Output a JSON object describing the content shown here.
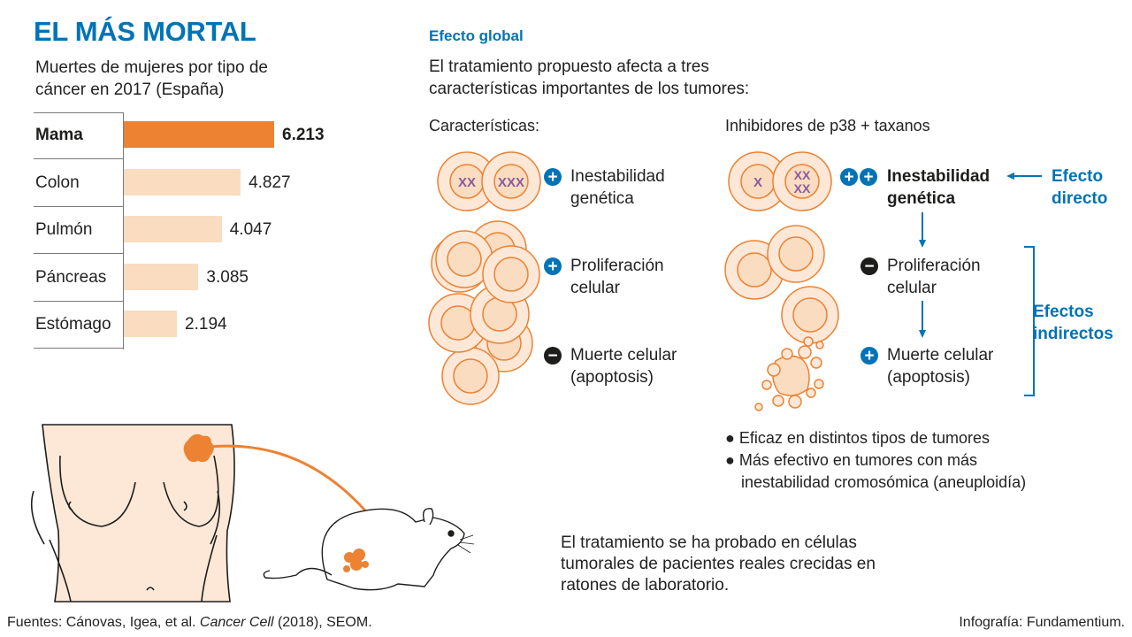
{
  "header": {
    "title": "EL MÁS MORTAL",
    "subtitle": "Muertes de mujeres por tipo de cáncer en 2017 (España)"
  },
  "chart_data": {
    "type": "bar",
    "orientation": "horizontal",
    "title": "Muertes de mujeres por tipo de cáncer en 2017 (España)",
    "categories": [
      "Mama",
      "Colon",
      "Pulmón",
      "Páncreas",
      "Estómago"
    ],
    "values": [
      6213,
      4827,
      4047,
      3085,
      2194
    ],
    "value_labels": [
      "6.213",
      "4.827",
      "4.047",
      "3.085",
      "2.194"
    ],
    "highlight_index": 0,
    "xlim": [
      0,
      6213
    ],
    "xlabel": "",
    "ylabel": "",
    "grid": false,
    "colors": {
      "highlight": "#ec8232",
      "default": "#fadcc0"
    }
  },
  "effect": {
    "title": "Efecto global",
    "intro": "El tratamiento propuesto afecta a tres características importantes de los tumores:",
    "left_heading": "Características:",
    "right_heading": "Inhibidores de p38 + taxanos",
    "left_features": [
      {
        "sign": "+",
        "line1": "Inestabilidad",
        "line2": "genética"
      },
      {
        "sign": "+",
        "line1": "Proliferación",
        "line2": "celular"
      },
      {
        "sign": "−",
        "line1": "Muerte celular",
        "line2": "(apoptosis)"
      }
    ],
    "right_features": [
      {
        "sign": "++",
        "line1": "Inestabilidad",
        "line2": "genética"
      },
      {
        "sign": "−",
        "line1": "Proliferación",
        "line2": "celular"
      },
      {
        "sign": "+",
        "line1": "Muerte celular",
        "line2": "(apoptosis)"
      }
    ],
    "direct_label": {
      "line1": "Efecto",
      "line2": "directo"
    },
    "indirect_label": {
      "line1": "Efectos",
      "line2": "indirectos"
    },
    "chromosomes": {
      "left_a": "XX",
      "left_b": "XXX",
      "right_a": "X",
      "right_b1": "XX",
      "right_b2": "XX"
    },
    "bullets": [
      "Eficaz en distintos tipos de tumores",
      "Más efectivo en tumores con más",
      "inestabilidad cromosómica (aneuploidía)"
    ]
  },
  "note": "El tratamiento se ha probado en células tumorales de pacientes reales crecidas en ratones de laboratorio.",
  "footer": {
    "source_prefix": "Fuentes: Cánovas, Igea, et al. ",
    "source_italic": "Cancer Cell",
    "source_suffix": " (2018), SEOM.",
    "credit": "Infografía: Fundamentium."
  },
  "colors": {
    "accent_blue": "#0073b7",
    "orange": "#ec8232",
    "peach": "#fadcc0",
    "cell_fill": "#fde8d8",
    "chromosome": "#8a5a9e"
  }
}
